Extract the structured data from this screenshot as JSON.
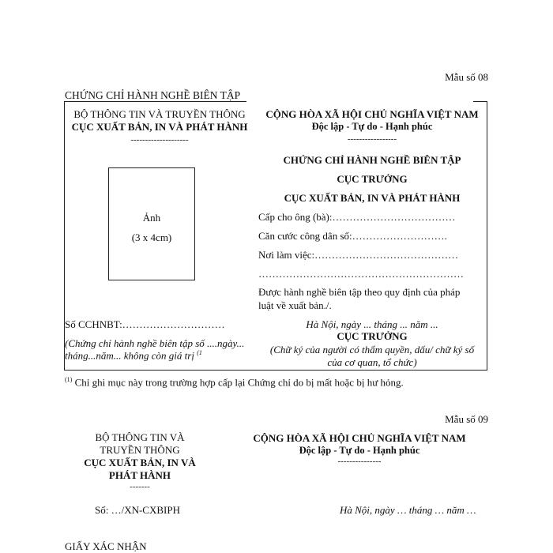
{
  "form08": {
    "form_label": "Mẫu số 08",
    "heading": "CHỨNG CHỈ HÀNH NGHỀ BIÊN TẬP",
    "left": {
      "ministry": "BỘ THÔNG TIN VÀ TRUYỀN THÔNG",
      "department": "CỤC XUẤT BẢN, IN VÀ PHÁT HÀNH",
      "divider": "--------------------",
      "photo_line1": "Ảnh",
      "photo_line2": "(3 x 4cm)",
      "cert_no": "Số CCHNBT:…………………………",
      "note_line1": "(Chứng chỉ hành nghề biên tập số ....ngày...",
      "note_line2": "tháng...năm... không còn giá trị",
      "note_sup": "(1"
    },
    "right": {
      "republic": "CỘNG HÒA XÃ HỘI CHỦ NGHĨA VIỆT NAM",
      "motto": "Độc lập - Tự do - Hạnh phúc",
      "divider": "-----------------",
      "title": "CHỨNG CHỈ HÀNH NGHỀ BIÊN TẬP",
      "director": "CỤC TRƯỞNG",
      "department": "CỤC XUẤT BẢN, IN VÀ PHÁT HÀNH",
      "issued_to": "Cấp cho ông (bà):………………………………",
      "id_number": "Căn cước công dân số:……………………….",
      "workplace": "Nơi làm việc:……………………………………",
      "workplace_cont": "……………………………………………………",
      "permission_line1": "Được hành nghề biên tập theo quy định của pháp",
      "permission_line2": "luật về xuất bản./.",
      "place_date": "Hà Nội, ngày ... tháng ... năm ...",
      "signer_title": "CỤC TRƯỞNG",
      "signer_note1": "(Chữ ký của người có thẩm quyền, dấu/ chữ ký số",
      "signer_note2": "của cơ quan, tổ chức)"
    },
    "footnote_mark": "(1)",
    "footnote": "Chỉ ghi mục này trong trường hợp cấp lại Chứng chỉ do bị mất hoặc bị hư hỏng."
  },
  "form09": {
    "form_label": "Mẫu số 09",
    "left": {
      "ministry_line1": "BỘ THÔNG TIN VÀ",
      "ministry_line2": "TRUYỀN THÔNG",
      "department_line1": "CỤC XUẤT BẢN, IN VÀ",
      "department_line2": "PHÁT HÀNH",
      "divider": "-------",
      "number": "Số: …/XN-CXBIPH"
    },
    "right": {
      "republic": "CỘNG HÒA XÃ HỘI CHỦ NGHĨA VIỆT NAM",
      "motto": "Độc lập - Tự do - Hạnh phúc",
      "divider": "---------------",
      "place_date": "Hà Nội, ngày … tháng … năm …"
    },
    "heading": "GIẤY XÁC NHẬN"
  }
}
